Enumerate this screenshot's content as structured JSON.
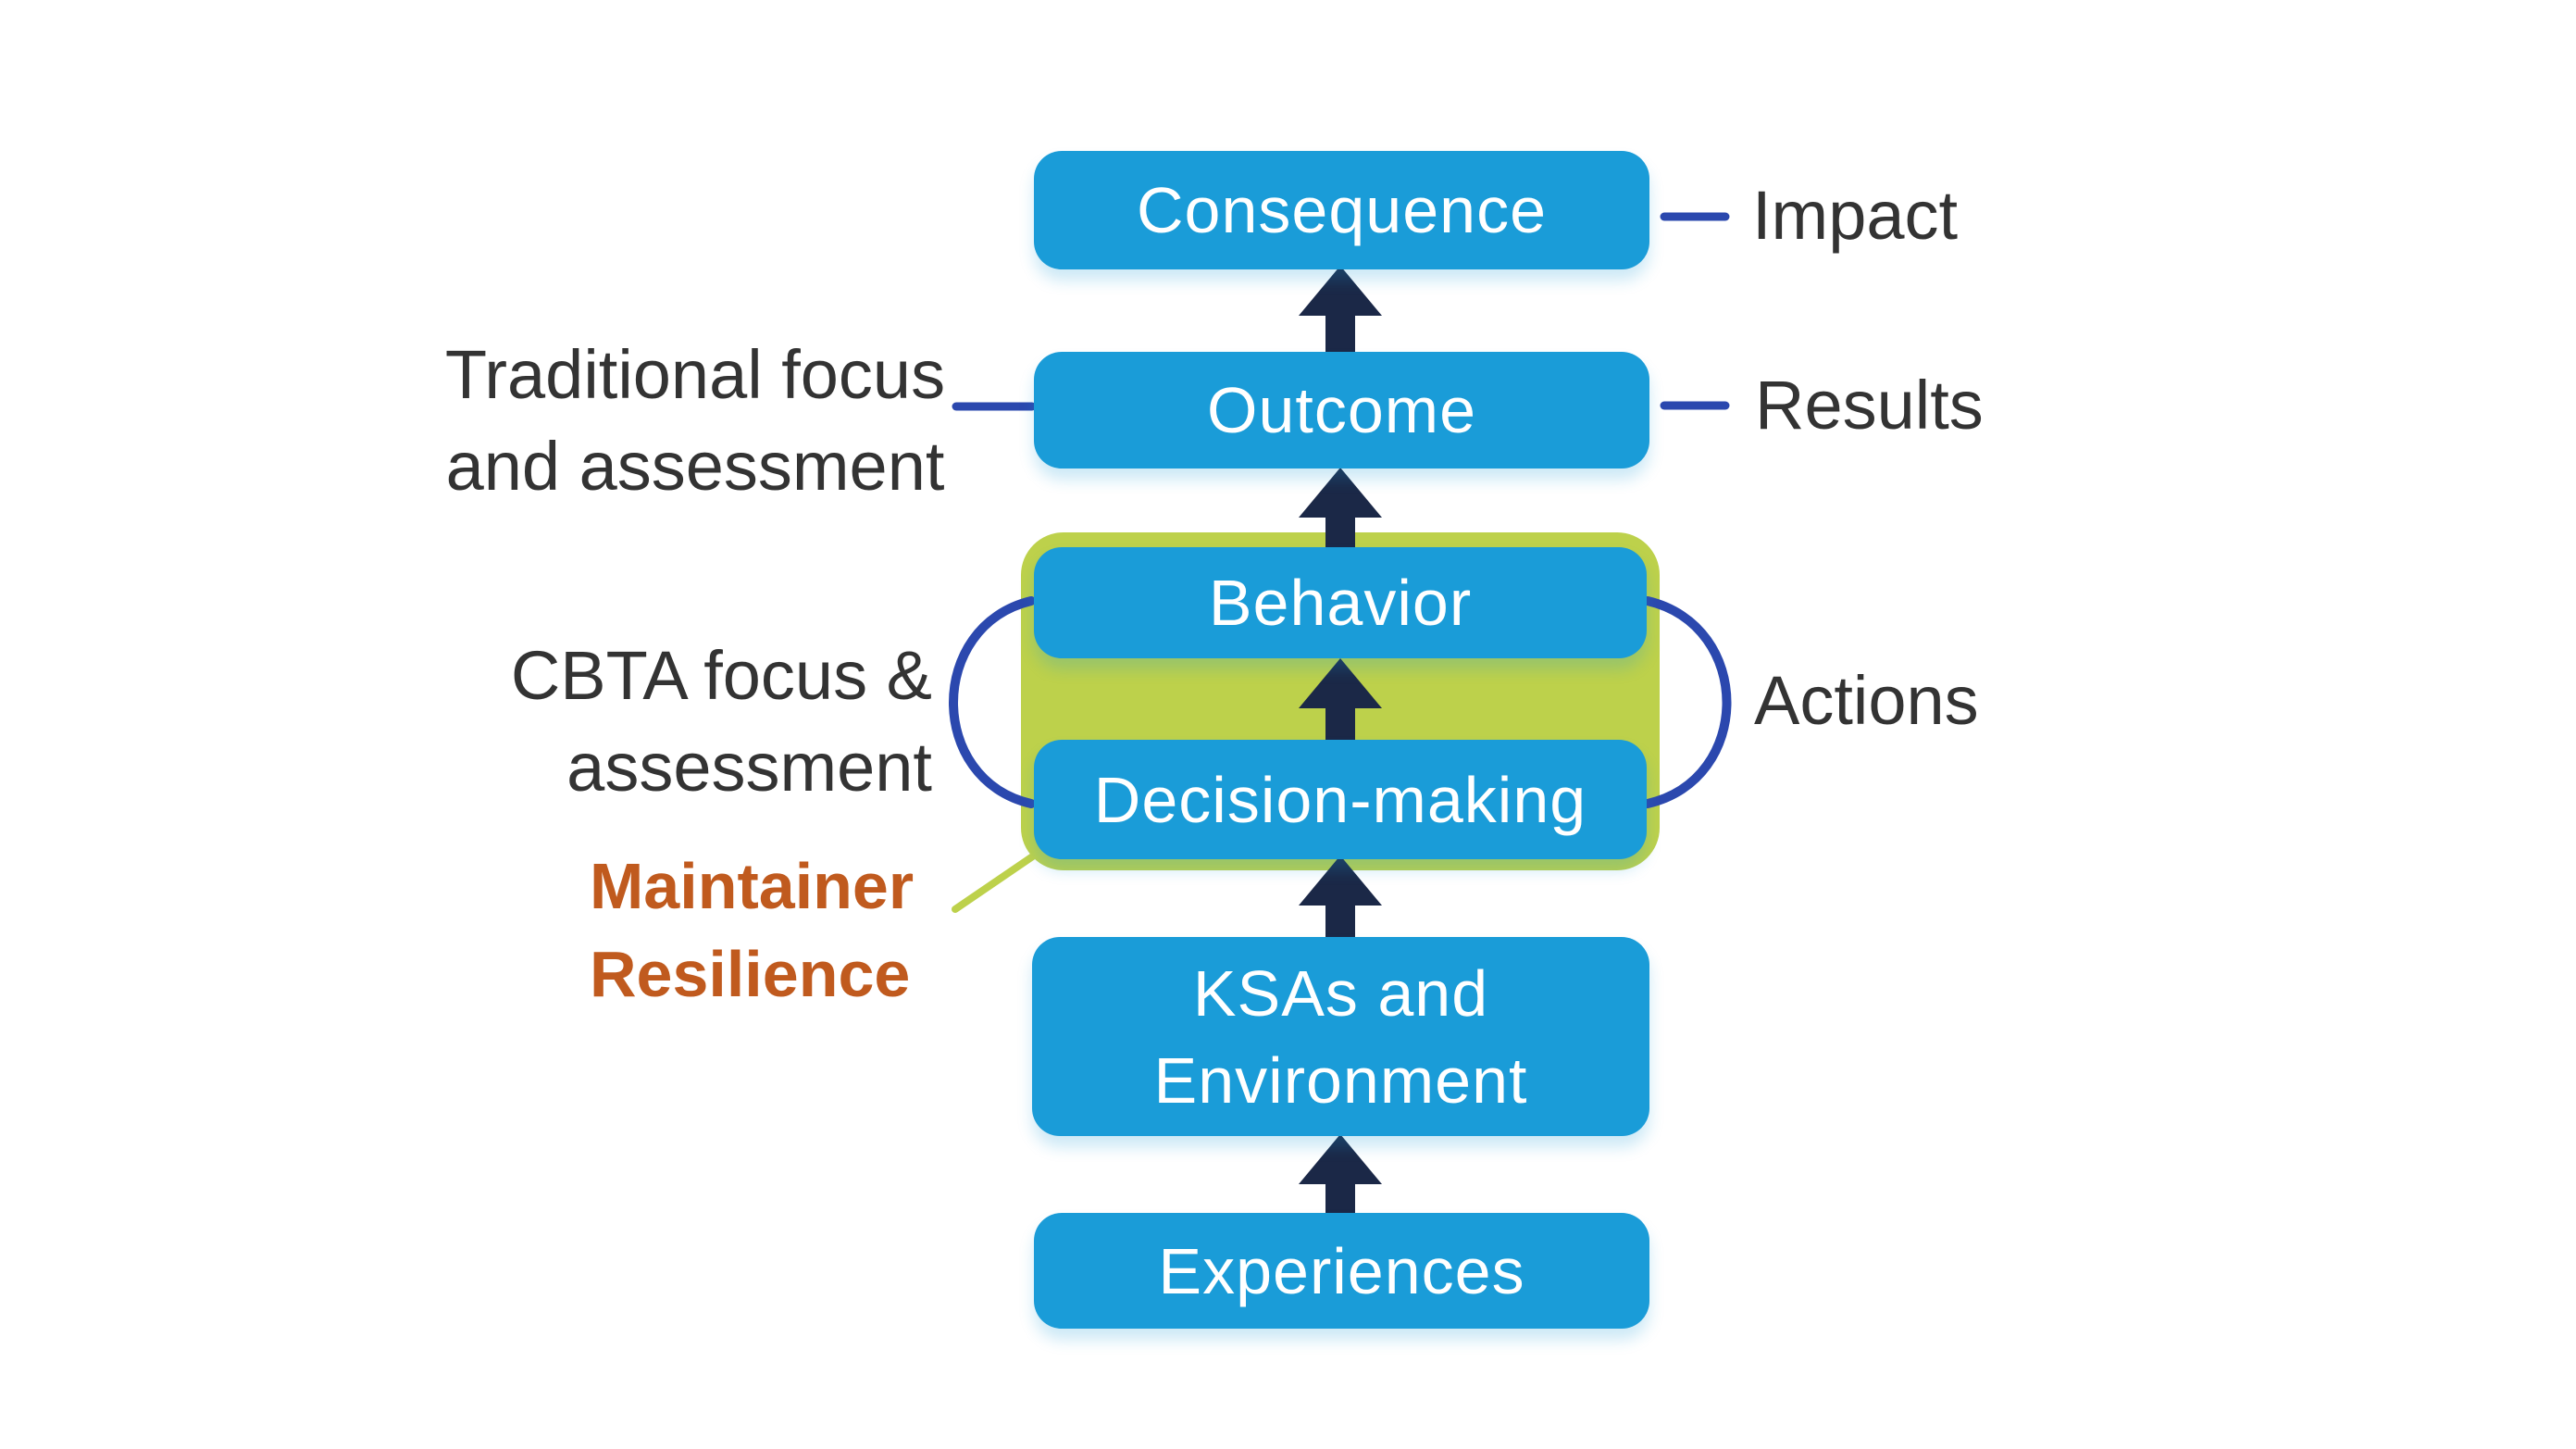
{
  "colors": {
    "blue": "#1A9CD8",
    "lime": "#BDD14B",
    "navy": "#1B2847",
    "royal": "#2B48AE",
    "orange": "#C05A1E",
    "grayText": "#333333"
  },
  "boxes": {
    "consequence": {
      "label": "Consequence"
    },
    "outcome": {
      "label": "Outcome"
    },
    "behavior": {
      "label": "Behavior"
    },
    "decision_making": {
      "label": "Decision-making"
    },
    "ksas": {
      "label": "KSAs and\nEnvironment"
    },
    "experiences": {
      "label": "Experiences"
    }
  },
  "annotations": {
    "impact": {
      "label": "Impact"
    },
    "results": {
      "label": "Results"
    },
    "actions": {
      "label": "Actions"
    },
    "traditional": {
      "label": "Traditional focus\nand assessment"
    },
    "cbta": {
      "label": "CBTA focus &\nassessment"
    },
    "maintainer": {
      "label": "Maintainer\nResilience"
    }
  }
}
